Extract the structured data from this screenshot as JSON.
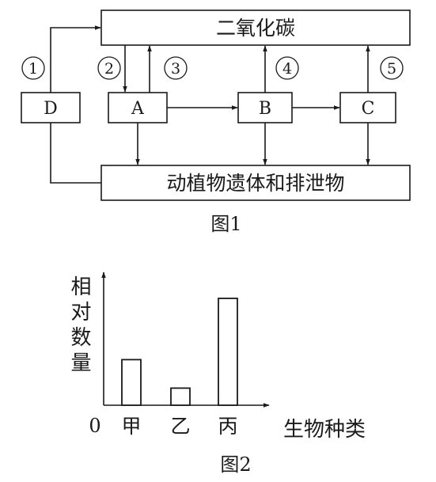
{
  "figure1": {
    "caption": "图1",
    "co2_label": "二氧化碳",
    "residue_label": "动植物遗体和排泄物",
    "nodes": {
      "D": "D",
      "A": "A",
      "B": "B",
      "C": "C"
    },
    "process_labels": {
      "p1": "1",
      "p2": "2",
      "p3": "3",
      "p4": "4",
      "p5": "5"
    }
  },
  "figure2": {
    "caption": "图2",
    "y_axis_label": "相对数量",
    "x_axis_label": "生物种类",
    "origin_label": "0"
  },
  "chart_data": {
    "type": "bar",
    "categories": [
      "甲",
      "乙",
      "丙"
    ],
    "values": [
      3.2,
      1.2,
      7.5
    ],
    "ylabel": "相对数量",
    "xlabel": "生物种类",
    "ylim": [
      0,
      9
    ],
    "legend": "none",
    "grid": false
  }
}
